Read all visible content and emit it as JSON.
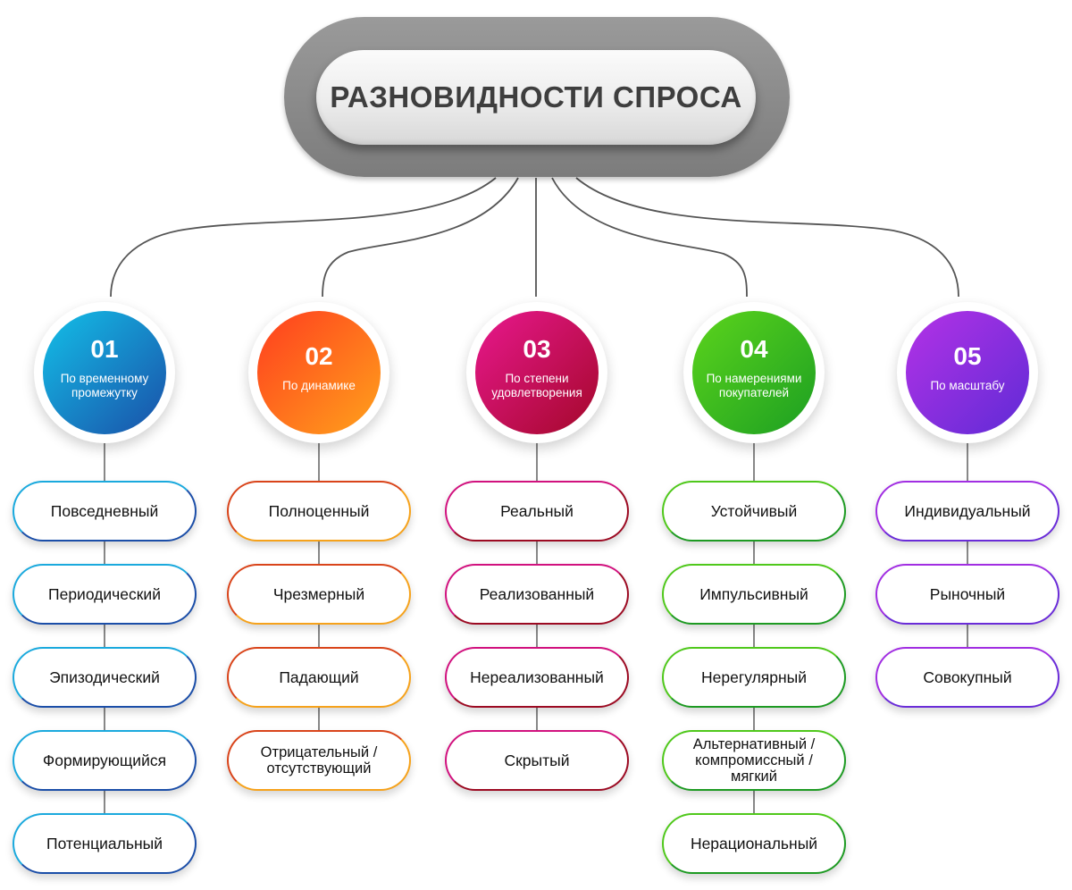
{
  "title": "РАЗНОВИДНОСТИ СПРОСА",
  "categories": [
    {
      "number": "01",
      "label": "По временному промежутку",
      "gradient": [
        "#13c0e8",
        "#1a4fa8"
      ],
      "border": [
        "#1aa9dd",
        "#1b4ea8"
      ],
      "dot": "#1a86cc",
      "items": [
        "Повседневный",
        "Периодический",
        "Эпизодический",
        "Формирующийся",
        "Потенциальный"
      ]
    },
    {
      "number": "02",
      "label": "По динамике",
      "gradient": [
        "#ff3d1e",
        "#ffa21c"
      ],
      "border": [
        "#d9441a",
        "#f6a21b"
      ],
      "dot": "#f0641b",
      "items": [
        "Полноценный",
        "Чрезмерный",
        "Падающий",
        "Отрицательный / отсутствующий"
      ]
    },
    {
      "number": "03",
      "label": "По степени удовлетворения",
      "gradient": [
        "#e8188e",
        "#a4082a"
      ],
      "border": [
        "#d1117e",
        "#9c0a22"
      ],
      "dot": "#cc1170",
      "items": [
        "Реальный",
        "Реализованный",
        "Нереализованный",
        "Скрытый"
      ]
    },
    {
      "number": "04",
      "label": "По намерениями покупателей",
      "gradient": [
        "#5cd41c",
        "#1c9f22"
      ],
      "border": [
        "#4fc81b",
        "#1d9a22"
      ],
      "dot": "#33b51e",
      "items": [
        "Устойчивый",
        "Импульсивный",
        "Нерегулярный",
        "Альтернативный / компромиссный / мягкий",
        "Нерациональный"
      ]
    },
    {
      "number": "05",
      "label": "По масштабу",
      "gradient": [
        "#b432e6",
        "#5f2bd6"
      ],
      "border": [
        "#a12ee2",
        "#6a2cd8"
      ],
      "dot": "#9a2fe0",
      "items": [
        "Индивидуальный",
        "Рыночный",
        "Совокупный"
      ]
    }
  ]
}
